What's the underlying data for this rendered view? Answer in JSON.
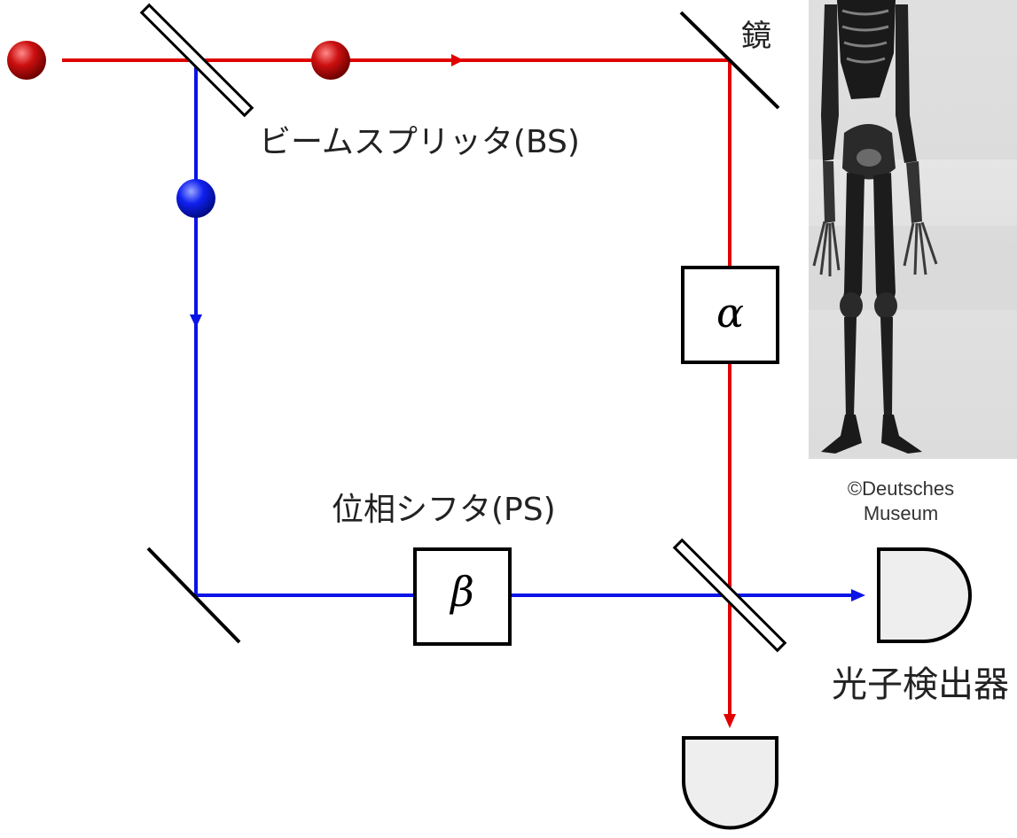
{
  "labels": {
    "mirror": "鏡",
    "beam_splitter": "ビームスプリッタ(BS)",
    "phase_shifter": "位相シフタ(PS)",
    "detector": "光子検出器",
    "alpha": "α",
    "beta": "β",
    "credit_line1": "©Deutsches",
    "credit_line2": "Museum"
  },
  "colors": {
    "upper_path": "#e00000",
    "lower_path": "#0a14e6",
    "photon_red": "#b00000",
    "photon_blue": "#0a14e6",
    "detector_fill": "#eeeeee",
    "outline": "#000000"
  }
}
